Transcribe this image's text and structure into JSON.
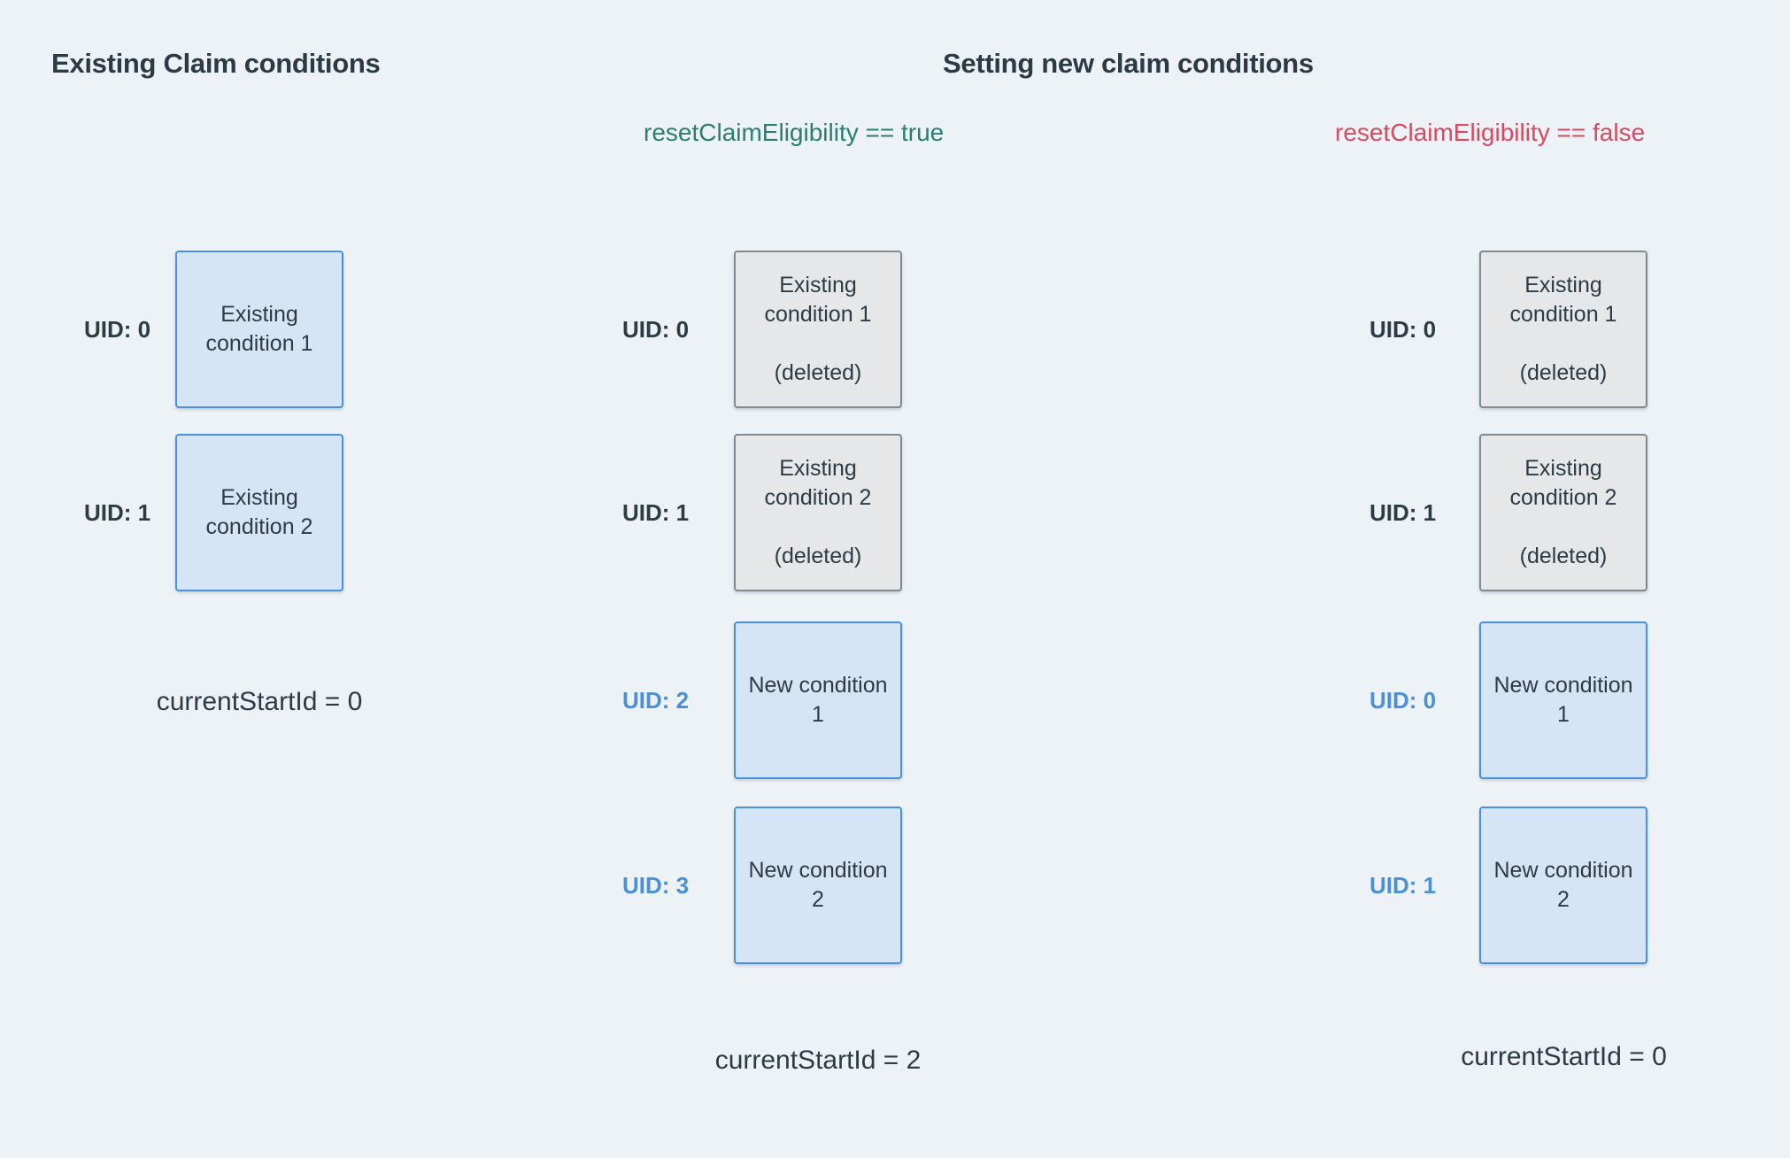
{
  "titles": {
    "left": "Existing Claim conditions",
    "right": "Setting new claim conditions"
  },
  "subtitles": {
    "true_case": "resetClaimEligibility == true",
    "false_case": "resetClaimEligibility == false"
  },
  "colors": {
    "background": "#edf2f6",
    "true_green": "#2a7f6e",
    "false_red": "#d54b61",
    "uid_blue": "#4a90d9",
    "active_box_fill": "#d6e5f6",
    "active_box_border": "#4a90e0",
    "deleted_box_fill": "#e5e7e9",
    "deleted_box_border": "#7f8a91",
    "dark_text": "#2d3b45"
  },
  "columns": [
    {
      "name": "existing-claim-conditions",
      "rows": [
        {
          "uid": "UID: 0",
          "line1": "Existing",
          "line2": "condition 1"
        },
        {
          "uid": "UID: 1",
          "line1": "Existing",
          "line2": "condition 2"
        }
      ],
      "footer": "currentStartId = 0"
    },
    {
      "name": "reset-claim-eligibility-true",
      "rows": [
        {
          "uid": "UID: 0",
          "line1": "Existing",
          "line2": "condition 1",
          "line3": "(deleted)"
        },
        {
          "uid": "UID: 1",
          "line1": "Existing",
          "line2": "condition 2",
          "line3": "(deleted)"
        },
        {
          "uid": "UID: 2",
          "line1": "New condition",
          "line2": "1"
        },
        {
          "uid": "UID: 3",
          "line1": "New condition",
          "line2": "2"
        }
      ],
      "footer": "currentStartId = 2"
    },
    {
      "name": "reset-claim-eligibility-false",
      "rows": [
        {
          "uid": "UID: 0",
          "line1": "Existing",
          "line2": "condition 1",
          "line3": "(deleted)"
        },
        {
          "uid": "UID: 1",
          "line1": "Existing",
          "line2": "condition 2",
          "line3": "(deleted)"
        },
        {
          "uid": "UID: 0",
          "line1": "New condition",
          "line2": "1"
        },
        {
          "uid": "UID: 1",
          "line1": "New condition",
          "line2": "2"
        }
      ],
      "footer": "currentStartId = 0"
    }
  ]
}
